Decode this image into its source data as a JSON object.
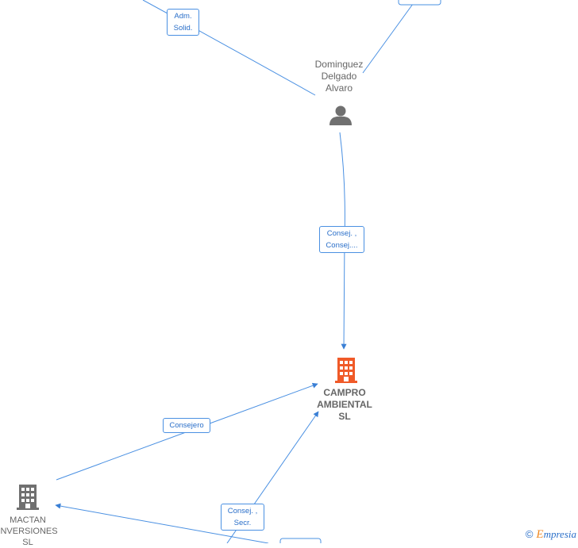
{
  "nodes": {
    "person": {
      "name": "Dominguez\nDelgado\nAlvaro"
    },
    "main_company": {
      "name": "CAMPRO\nAMBIENTAL\nSL"
    },
    "left_company": {
      "name": "MACTAN\nINVERSIONES\nSL"
    }
  },
  "edge_labels": {
    "adm_solid": "Adm.\nSolid.",
    "consej_consej": "Consej. ,\nConsej....",
    "consejero": "Consejero",
    "consej_secr": "Consej. ,\nSecr."
  },
  "watermark": {
    "copyright": "©",
    "brand_initial": "E",
    "brand_rest": "mpresia"
  },
  "colors": {
    "edge": "#4a90e2",
    "company_highlight": "#f05a28",
    "company_gray": "#707070",
    "person_gray": "#707070"
  }
}
